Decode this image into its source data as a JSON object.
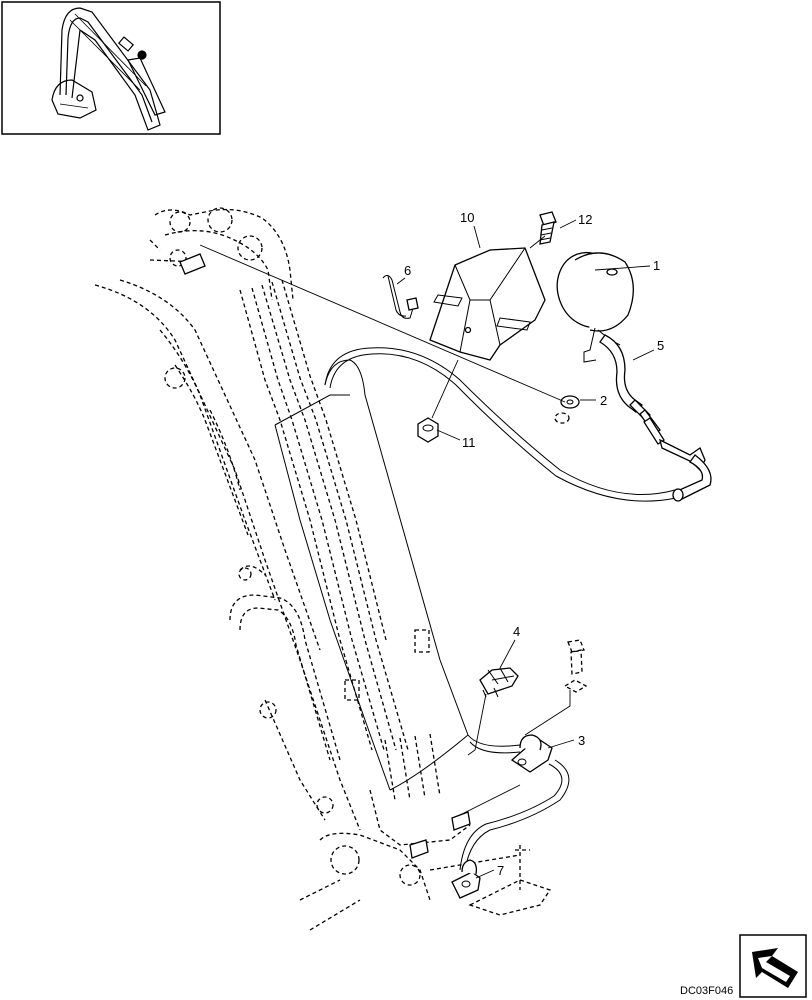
{
  "diagram": {
    "callouts": [
      {
        "id": "c1",
        "label": "1"
      },
      {
        "id": "c2",
        "label": "2"
      },
      {
        "id": "c3",
        "label": "3"
      },
      {
        "id": "c4",
        "label": "4"
      },
      {
        "id": "c5",
        "label": "5"
      },
      {
        "id": "c6",
        "label": "6"
      },
      {
        "id": "c7",
        "label": "7"
      },
      {
        "id": "c10",
        "label": "10"
      },
      {
        "id": "c11",
        "label": "11"
      },
      {
        "id": "c12",
        "label": "12"
      }
    ],
    "drawing_code": "DC03F046"
  }
}
